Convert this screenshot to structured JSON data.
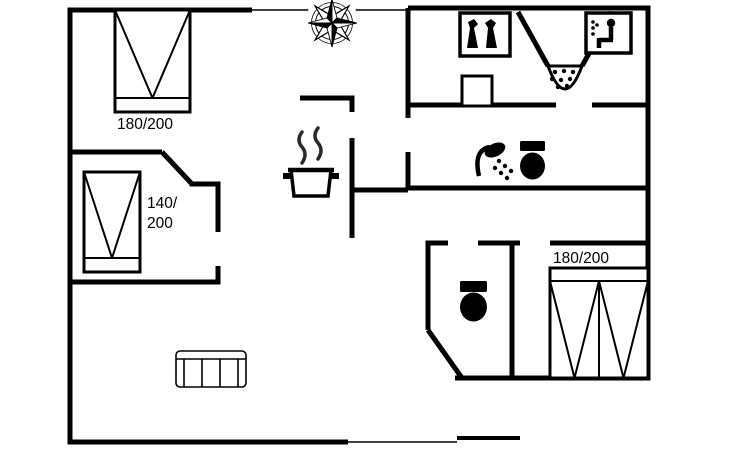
{
  "plan": {
    "type": "holiday-home-floor-plan",
    "colors": {
      "walls": "#000000",
      "background": "#ffffff",
      "steam": "#2a2a2a"
    },
    "labels": {
      "bed_top_left": "180/200",
      "bed_mid_left_line1": "140/",
      "bed_mid_left_line2": "200",
      "bed_bottom_right": "180/200"
    },
    "icons": [
      {
        "name": "compass-rose-icon",
        "meaning": "north orientation compass rose"
      },
      {
        "name": "dishwasher-icon",
        "meaning": "utility appliance with bottles"
      },
      {
        "name": "sauna-icon",
        "meaning": "sauna, seated person with steam"
      },
      {
        "name": "corner-fireplace-icon",
        "meaning": "corner stove with stones"
      },
      {
        "name": "shower-icon",
        "meaning": "shower head with spray"
      },
      {
        "name": "toilet-icon-bathroom",
        "meaning": "toilet"
      },
      {
        "name": "toilet-icon-wc",
        "meaning": "toilet"
      },
      {
        "name": "cooking-pot-icon",
        "meaning": "kitchen pot with steam"
      },
      {
        "name": "sofa-icon",
        "meaning": "three seat sofa"
      },
      {
        "name": "double-bed-icon-top-left",
        "meaning": "double bed 180x200"
      },
      {
        "name": "bed-icon-mid-left",
        "meaning": "bed 140x200"
      },
      {
        "name": "double-bed-icon-bottom-right",
        "meaning": "double bed 180x200"
      }
    ]
  }
}
